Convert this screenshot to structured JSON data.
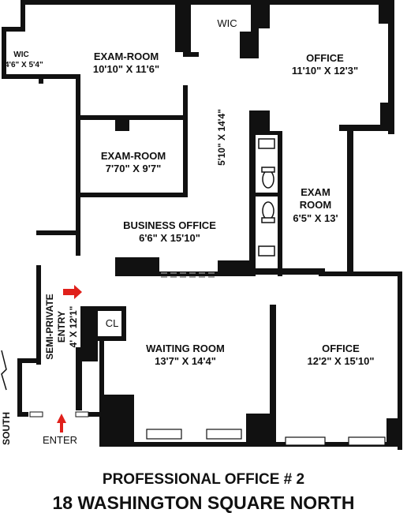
{
  "rooms": {
    "wic_left": {
      "name": "WIC",
      "size": "4'6\" X 5'4\""
    },
    "exam1": {
      "name": "EXAM-ROOM",
      "size": "10'10\" X 11'6\""
    },
    "wic_top": {
      "name": "WIC"
    },
    "office_top": {
      "name": "OFFICE",
      "size": "11'10\" X 12'3\""
    },
    "exam2": {
      "name": "EXAM-ROOM",
      "size": "7'70\" X 9'7\""
    },
    "hall": {
      "size": "5'10\" X 14'4\""
    },
    "exam3": {
      "name": "EXAM",
      "name2": "ROOM",
      "size": "6'5\" X 13'"
    },
    "business": {
      "name": "BUSINESS OFFICE",
      "size": "6'6\" X 15'10\""
    },
    "entry": {
      "name": "SEMI-PRIVATE",
      "name2": "ENTRY",
      "size": "4' X 12'1\""
    },
    "closet": {
      "name": "CL"
    },
    "waiting": {
      "name": "WAITING ROOM",
      "size": "13'7\" X 14'4\""
    },
    "office_bottom": {
      "name": "OFFICE",
      "size": "12'2\" X 15'10\""
    }
  },
  "labels": {
    "south": "SOUTH",
    "enter": "ENTER"
  },
  "title": {
    "line1": "PROFESSIONAL OFFICE # 2",
    "line2": "18 WASHINGTON SQUARE NORTH"
  },
  "colors": {
    "wall": "#111111",
    "arrow": "#e0201b",
    "fixture": "#777777"
  }
}
